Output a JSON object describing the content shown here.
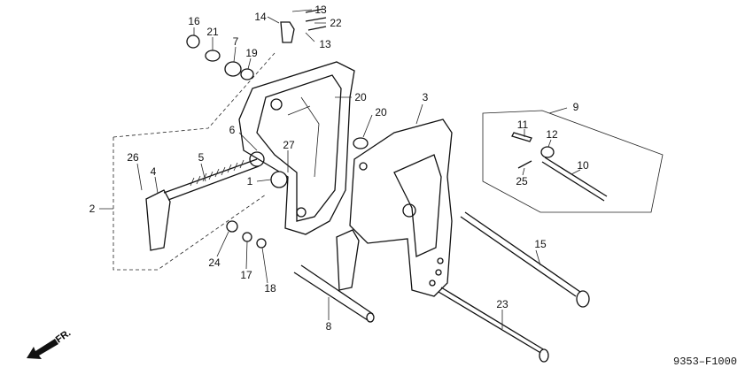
{
  "diagram": {
    "figure_code": "9353–F1000",
    "direction_label": "FR.",
    "callouts": {
      "c1": "1",
      "c2": "2",
      "c3": "3",
      "c4": "4",
      "c5": "5",
      "c6": "6",
      "c7": "7",
      "c8": "8",
      "c9": "9",
      "c10": "10",
      "c11": "11",
      "c12": "12",
      "c13a": "13",
      "c13b": "13",
      "c14": "14",
      "c15": "15",
      "c16": "16",
      "c17": "17",
      "c18": "18",
      "c19": "19",
      "c20a": "20",
      "c20b": "20",
      "c21": "21",
      "c22": "22",
      "c23": "23",
      "c24": "24",
      "c25": "25",
      "c26": "26",
      "c27": "27"
    }
  }
}
